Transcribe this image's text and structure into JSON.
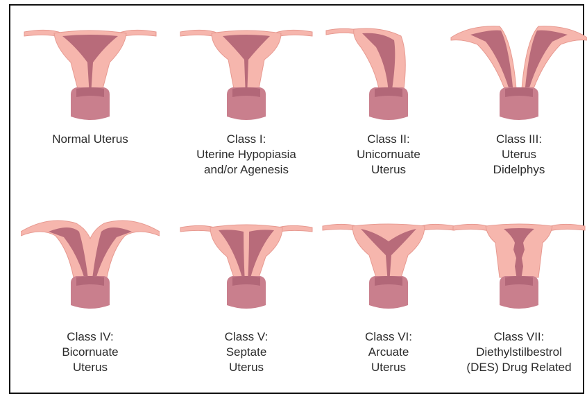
{
  "colors": {
    "tissue": "#f6b6ad",
    "tissue_stroke": "#e79a91",
    "cavity": "#b86b7a",
    "cervix": "#c97f8d",
    "cervix_dark": "#9e5467",
    "text": "#2b2b2b",
    "frame": "#111111"
  },
  "panels": [
    {
      "id": "normal",
      "caption": [
        "Normal Uterus"
      ]
    },
    {
      "id": "class-1",
      "caption": [
        "Class I:",
        "Uterine Hypopiasia",
        "and/or Agenesis"
      ]
    },
    {
      "id": "class-2",
      "caption": [
        "Class II:",
        "Unicornuate",
        "Uterus"
      ]
    },
    {
      "id": "class-3",
      "caption": [
        "Class III:",
        "Uterus",
        "Didelphys"
      ]
    },
    {
      "id": "class-4",
      "caption": [
        "Class IV:",
        "Bicornuate",
        "Uterus"
      ]
    },
    {
      "id": "class-5",
      "caption": [
        "Class V:",
        "Septate",
        "Uterus"
      ]
    },
    {
      "id": "class-6",
      "caption": [
        "Class VI:",
        "Arcuate",
        "Uterus"
      ]
    },
    {
      "id": "class-7",
      "caption": [
        "Class VII:",
        "Diethylstilbestrol",
        "(DES) Drug Related"
      ]
    }
  ]
}
